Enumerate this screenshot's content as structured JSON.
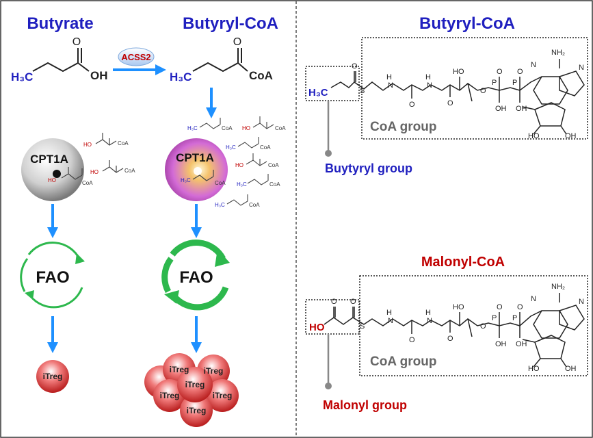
{
  "left": {
    "butyrate_title": "Butyrate",
    "butyryl_coa_title": "Butyryl-CoA",
    "enzyme_label": "ACSS2",
    "cpt1a_label": "CPT1A",
    "fao_label": "FAO",
    "itreg_label": "iTreg",
    "h3c": "H₃C",
    "oh": "OH",
    "coa": "CoA",
    "ho": "HO"
  },
  "right": {
    "butyryl_coa_title": "Butyryl-CoA",
    "malonyl_coa_title": "Malonyl-CoA",
    "coa_group_label": "CoA group",
    "butyryl_group_label": "Buytyryl group",
    "malonyl_group_label": "Malonyl group",
    "nh2": "NH₂",
    "h3c": "H₃C",
    "ho": "HO"
  },
  "colors": {
    "blue_title": "#1f1fbf",
    "red_title": "#c00000",
    "arrow_blue": "#1e90ff",
    "fao_green": "#2db84d",
    "cell_red": "#e23a3a",
    "cpt1a_pink": "#d36bd6"
  }
}
